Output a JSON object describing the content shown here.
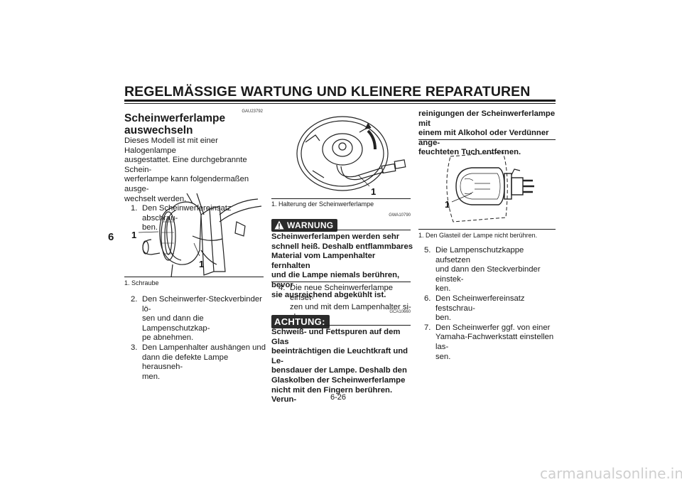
{
  "header": {
    "title": "REGELMÄSSIGE WARTUNG UND KLEINERE REPARATUREN",
    "chapter": "6"
  },
  "col1": {
    "code": "GAU23792",
    "heading_line1": "Scheinwerferlampe",
    "heading_line2": "auswechseln",
    "intro": [
      "Dieses Modell ist mit einer Halogenlampe",
      "ausgestattet. Eine durchgebrannte Schein-",
      "werferlampe kann folgendermaßen ausge-",
      "wechselt werden."
    ],
    "step1": {
      "num": "1.",
      "lines": [
        "Den Scheinwerfereinsatz abschrau-",
        "ben."
      ]
    },
    "figure_label": "1",
    "figure_label2": "1",
    "caption": "1.  Schraube",
    "step2": {
      "num": "2.",
      "lines": [
        "Den Scheinwerfer-Steckverbinder lö-",
        "sen und dann die Lampenschutzkap-",
        "pe abnehmen."
      ]
    },
    "step3": {
      "num": "3.",
      "lines": [
        "Den Lampenhalter aushängen und",
        "dann die defekte Lampe herausneh-",
        "men."
      ]
    }
  },
  "col2": {
    "figure_label": "1",
    "caption": "1.  Halterung der Scheinwerferlampe",
    "warning_code": "GWA10790",
    "warning_badge": "WARNUNG",
    "warning_text": [
      "Scheinwerferlampen werden sehr",
      "schnell heiß. Deshalb entflammbares",
      "Material vom Lampenhalter fernhalten",
      "und die Lampe niemals berühren, bevor",
      "sie ausreichend abgekühlt ist."
    ],
    "step4": {
      "num": "4.",
      "lines": [
        "Die neue Scheinwerferlampe einset-",
        "zen und mit dem Lampenhalter si-",
        "chern."
      ]
    },
    "caution_code": "GCA10660",
    "caution_badge": "ACHTUNG:",
    "caution_text": [
      "Schweiß- und Fettspuren auf dem Glas",
      "beeinträchtigen die Leuchtkraft und Le-",
      "bensdauer der Lampe. Deshalb den",
      "Glaskolben der Scheinwerferlampe",
      "nicht mit den Fingern berühren. Verun-"
    ]
  },
  "col3": {
    "caution_cont": [
      "reinigungen der Scheinwerferlampe mit",
      "einem mit Alkohol oder Verdünner ange-",
      "feuchteten Tuch entfernen."
    ],
    "figure_label": "1",
    "caption": "1.  Den Glasteil der Lampe nicht berühren.",
    "step5": {
      "num": "5.",
      "lines": [
        "Die Lampenschutzkappe aufsetzen",
        "und dann den Steckverbinder einstek-",
        "ken."
      ]
    },
    "step6": {
      "num": "6.",
      "lines": [
        "Den Scheinwerfereinsatz festschrau-",
        "ben."
      ]
    },
    "step7": {
      "num": "7.",
      "lines": [
        "Den Scheinwerfer ggf. von einer",
        "Yamaha-Fachwerkstatt einstellen las-",
        "sen."
      ]
    }
  },
  "page_number": "6-26",
  "footer": "carmanualsonline.info"
}
